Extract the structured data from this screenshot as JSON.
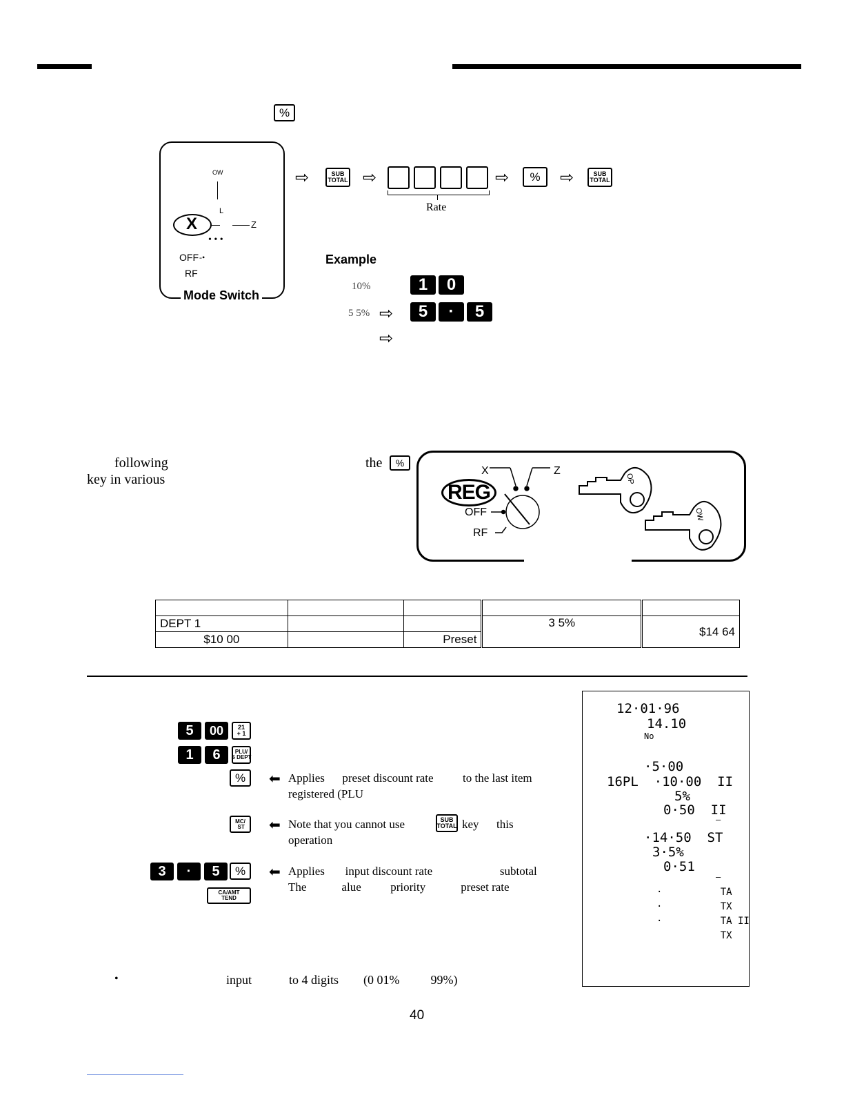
{
  "header": {
    "pct_key": "%"
  },
  "mode_switch": {
    "labels": {
      "top": "OW",
      "mid": "L",
      "x": "X",
      "z": "Z",
      "off": "OFF",
      "rf": "RF"
    },
    "caption": "Mode Switch"
  },
  "sequence": {
    "subtotal_label": "SUB\nTOTAL",
    "pct_key": "%",
    "rate_label": "Rate"
  },
  "example": {
    "title": "Example",
    "row1_label": "10%",
    "row1_keys": [
      "1",
      "0"
    ],
    "row2_label": "5 5%",
    "row2_keys": [
      "5",
      "·",
      "5"
    ]
  },
  "intro": {
    "line1_a": "following",
    "line1_b": "the",
    "line2": "key in various"
  },
  "reg_panel": {
    "x": "X",
    "z": "Z",
    "reg": "REG",
    "off": "OFF",
    "rf": "RF",
    "key_op": "OP",
    "key_ow": "OW"
  },
  "table": {
    "row1": [
      "",
      "",
      "",
      "",
      ""
    ],
    "row2": [
      "DEPT 1",
      "",
      "",
      "3 5%",
      "$14 64"
    ],
    "row3": [
      "$10 00",
      "",
      "Preset",
      "",
      ""
    ]
  },
  "procedure": {
    "line1_keys": [
      "5",
      "00"
    ],
    "line1_plu": "21\n+ 1",
    "line2_keys": [
      "1",
      "6"
    ],
    "line2_plu": "PLU/\nS DEPT",
    "pct_key": "%",
    "mc_key": "MC/\n ST",
    "rate_keys": [
      "3",
      "·",
      "5"
    ],
    "ca_key": "CA/AMT\nTEND",
    "note1a": "Applies      preset discount rate          to the last item",
    "note1b": "registered (PLU",
    "note2a": "Note that you cannot use",
    "note2b": "key      this",
    "note2c": "operation",
    "note3a": "Applies       input discount rate                       subtotal",
    "note3b": "The            alue          priority            preset rate",
    "subtotal_label": "SUB\nTOTAL"
  },
  "receipt": {
    "lines": [
      "12·01·96",
      "14.10",
      "No",
      "·5·00",
      "16PL  ·10·00  II",
      "5%",
      "0·50  II",
      "–",
      "·14·50  ST",
      "3·5%",
      "0·51",
      "–",
      "·          TA",
      "·          TX",
      "·          TA II",
      "           TX"
    ]
  },
  "footer_note": {
    "bullet": "•",
    "text": "input            to 4 digits        (0 01%          99%)"
  },
  "page_number": "40"
}
